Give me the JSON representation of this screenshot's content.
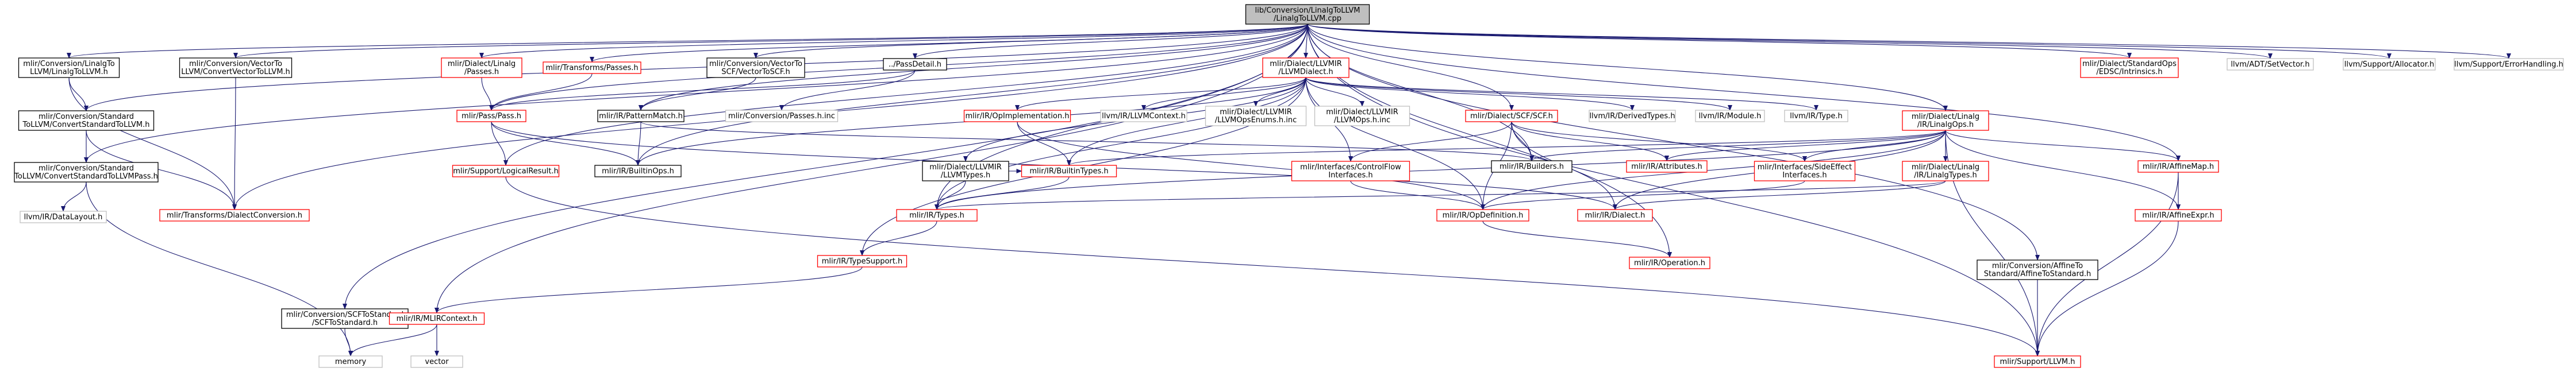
{
  "colors": {
    "root_fill": "#bfbfbf",
    "root_stroke": "#000000",
    "link_stroke": "#000000",
    "nolink_stroke": "#bfbfbf",
    "external_stroke": "#ff0000",
    "edge_dark": "#191970",
    "edge_light": "#404040",
    "text": "#000000"
  },
  "nodes": [
    {
      "id": "root",
      "kind": "root",
      "lines": [
        "lib/Conversion/LinalgToLLVM",
        "/LinalgToLLVM.cpp"
      ]
    },
    {
      "id": "n1",
      "kind": "link",
      "lines": [
        "mlir/Conversion/LinalgTo",
        "LLVM/LinalgToLLVM.h"
      ]
    },
    {
      "id": "n2",
      "kind": "link",
      "lines": [
        "mlir/Conversion/VectorTo",
        "LLVM/ConvertVectorToLLVM.h"
      ]
    },
    {
      "id": "n3",
      "kind": "external",
      "lines": [
        "mlir/Dialect/Linalg",
        "/Passes.h"
      ]
    },
    {
      "id": "n4",
      "kind": "external",
      "lines": [
        "mlir/Transforms/Passes.h"
      ]
    },
    {
      "id": "n5",
      "kind": "link",
      "lines": [
        "mlir/Conversion/VectorTo",
        "SCF/VectorToSCF.h"
      ]
    },
    {
      "id": "n6",
      "kind": "link",
      "lines": [
        "../PassDetail.h"
      ]
    },
    {
      "id": "n7",
      "kind": "external",
      "lines": [
        "mlir/Dialect/LLVMIR",
        "/LLVMDialect.h"
      ]
    },
    {
      "id": "n8",
      "kind": "external",
      "lines": [
        "mlir/Dialect/StandardOps",
        "/EDSC/Intrinsics.h"
      ]
    },
    {
      "id": "n9",
      "kind": "nolink",
      "lines": [
        "llvm/ADT/SetVector.h"
      ]
    },
    {
      "id": "n10",
      "kind": "nolink",
      "lines": [
        "llvm/Support/Allocator.h"
      ]
    },
    {
      "id": "n11",
      "kind": "nolink",
      "lines": [
        "llvm/Support/ErrorHandling.h"
      ]
    },
    {
      "id": "n12",
      "kind": "link",
      "lines": [
        "mlir/Conversion/Standard",
        "ToLLVM/ConvertStandardToLLVM.h"
      ]
    },
    {
      "id": "n13",
      "kind": "link",
      "lines": [
        "mlir/Conversion/Standard",
        "ToLLVM/ConvertStandardToLLVMPass.h"
      ]
    },
    {
      "id": "n14",
      "kind": "nolink",
      "lines": [
        "llvm/IR/DataLayout.h"
      ]
    },
    {
      "id": "n15",
      "kind": "external",
      "lines": [
        "mlir/Transforms/DialectConversion.h"
      ]
    },
    {
      "id": "n16",
      "kind": "external",
      "lines": [
        "mlir/Pass/Pass.h"
      ]
    },
    {
      "id": "n17",
      "kind": "link",
      "lines": [
        "mlir/IR/PatternMatch.h"
      ]
    },
    {
      "id": "n18",
      "kind": "nolink",
      "lines": [
        "mlir/Conversion/Passes.h.inc"
      ]
    },
    {
      "id": "n19",
      "kind": "external",
      "lines": [
        "mlir/Support/LogicalResult.h"
      ]
    },
    {
      "id": "n20",
      "kind": "link",
      "lines": [
        "mlir/IR/BuiltinOps.h"
      ]
    },
    {
      "id": "n21",
      "kind": "external",
      "lines": [
        "mlir/IR/OpImplementation.h"
      ]
    },
    {
      "id": "n22",
      "kind": "nolink",
      "lines": [
        "llvm/IR/LLVMContext.h"
      ]
    },
    {
      "id": "n23",
      "kind": "nolink",
      "lines": [
        "mlir/Dialect/LLVMIR",
        "/LLVMOpsEnums.h.inc"
      ]
    },
    {
      "id": "n24",
      "kind": "nolink",
      "lines": [
        "mlir/Dialect/LLVMIR",
        "/LLVMOps.h.inc"
      ]
    },
    {
      "id": "n25",
      "kind": "external",
      "lines": [
        "mlir/Dialect/SCF/SCF.h"
      ]
    },
    {
      "id": "n26",
      "kind": "nolink",
      "lines": [
        "llvm/IR/DerivedTypes.h"
      ]
    },
    {
      "id": "n27",
      "kind": "nolink",
      "lines": [
        "llvm/IR/Module.h"
      ]
    },
    {
      "id": "n28",
      "kind": "nolink",
      "lines": [
        "llvm/IR/Type.h"
      ]
    },
    {
      "id": "n29",
      "kind": "external",
      "lines": [
        "mlir/Dialect/Linalg",
        "/IR/LinalgOps.h"
      ]
    },
    {
      "id": "n30",
      "kind": "link",
      "lines": [
        "mlir/Dialect/LLVMIR",
        "/LLVMTypes.h"
      ]
    },
    {
      "id": "n31",
      "kind": "external",
      "lines": [
        "mlir/IR/BuiltinTypes.h"
      ]
    },
    {
      "id": "n32",
      "kind": "external",
      "lines": [
        "mlir/Interfaces/ControlFlow",
        "Interfaces.h"
      ]
    },
    {
      "id": "n33",
      "kind": "link",
      "lines": [
        "mlir/IR/Builders.h"
      ]
    },
    {
      "id": "n34",
      "kind": "external",
      "lines": [
        "mlir/IR/Attributes.h"
      ]
    },
    {
      "id": "n35",
      "kind": "external",
      "lines": [
        "mlir/Interfaces/SideEffect",
        "Interfaces.h"
      ]
    },
    {
      "id": "n36",
      "kind": "external",
      "lines": [
        "mlir/Dialect/Linalg",
        "/IR/LinalgTypes.h"
      ]
    },
    {
      "id": "n37",
      "kind": "external",
      "lines": [
        "mlir/IR/AffineMap.h"
      ]
    },
    {
      "id": "n38",
      "kind": "external",
      "lines": [
        "mlir/IR/Types.h"
      ]
    },
    {
      "id": "n39",
      "kind": "external",
      "lines": [
        "mlir/IR/OpDefinition.h"
      ]
    },
    {
      "id": "n40",
      "kind": "external",
      "lines": [
        "mlir/IR/Dialect.h"
      ]
    },
    {
      "id": "n41",
      "kind": "external",
      "lines": [
        "mlir/IR/AffineExpr.h"
      ]
    },
    {
      "id": "n42",
      "kind": "external",
      "lines": [
        "mlir/IR/TypeSupport.h"
      ]
    },
    {
      "id": "n43",
      "kind": "external",
      "lines": [
        "mlir/IR/Operation.h"
      ]
    },
    {
      "id": "n44",
      "kind": "link",
      "lines": [
        "mlir/Conversion/AffineTo",
        "Standard/AffineToStandard.h"
      ]
    },
    {
      "id": "n45",
      "kind": "link",
      "lines": [
        "mlir/Conversion/SCFToStandard",
        "/SCFToStandard.h"
      ]
    },
    {
      "id": "n46",
      "kind": "external",
      "lines": [
        "mlir/IR/MLIRContext.h"
      ]
    },
    {
      "id": "n47",
      "kind": "nolink",
      "lines": [
        "memory"
      ]
    },
    {
      "id": "n48",
      "kind": "nolink",
      "lines": [
        "vector"
      ]
    },
    {
      "id": "n49",
      "kind": "external",
      "lines": [
        "mlir/Support/LLVM.h"
      ]
    }
  ],
  "edges": [
    [
      "root",
      "n1"
    ],
    [
      "root",
      "n2"
    ],
    [
      "root",
      "n3"
    ],
    [
      "root",
      "n4"
    ],
    [
      "root",
      "n5"
    ],
    [
      "root",
      "n6"
    ],
    [
      "root",
      "n7"
    ],
    [
      "root",
      "n8"
    ],
    [
      "root",
      "n9"
    ],
    [
      "root",
      "n10"
    ],
    [
      "root",
      "n11"
    ],
    [
      "root",
      "n12"
    ],
    [
      "root",
      "n13"
    ],
    [
      "root",
      "n15"
    ],
    [
      "root",
      "n16"
    ],
    [
      "root",
      "n17"
    ],
    [
      "root",
      "n19"
    ],
    [
      "root",
      "n20"
    ],
    [
      "root",
      "n25"
    ],
    [
      "root",
      "n29"
    ],
    [
      "root",
      "n33"
    ],
    [
      "root",
      "n37"
    ],
    [
      "root",
      "n38"
    ],
    [
      "root",
      "n43"
    ],
    [
      "root",
      "n44"
    ],
    [
      "root",
      "n45"
    ],
    [
      "root",
      "n46"
    ],
    [
      "root",
      "n49"
    ],
    [
      "n1",
      "n12"
    ],
    [
      "n1",
      "n15"
    ],
    [
      "n2",
      "n15"
    ],
    [
      "n12",
      "n13"
    ],
    [
      "n12",
      "n15"
    ],
    [
      "n13",
      "n14"
    ],
    [
      "n13",
      "n47"
    ],
    [
      "n3",
      "n16"
    ],
    [
      "n4",
      "n16"
    ],
    [
      "n5",
      "n17"
    ],
    [
      "n6",
      "n16"
    ],
    [
      "n6",
      "n18"
    ],
    [
      "n16",
      "n19"
    ],
    [
      "n16",
      "n20"
    ],
    [
      "n16",
      "n40"
    ],
    [
      "n17",
      "n20"
    ],
    [
      "n17",
      "n33"
    ],
    [
      "n19",
      "n49"
    ],
    [
      "n7",
      "n21"
    ],
    [
      "n7",
      "n22"
    ],
    [
      "n7",
      "n23"
    ],
    [
      "n7",
      "n24"
    ],
    [
      "n7",
      "n26"
    ],
    [
      "n7",
      "n27"
    ],
    [
      "n7",
      "n28"
    ],
    [
      "n7",
      "n30"
    ],
    [
      "n7",
      "n20"
    ],
    [
      "n7",
      "n31"
    ],
    [
      "n7",
      "n32"
    ],
    [
      "n7",
      "n39"
    ],
    [
      "n7",
      "n38"
    ],
    [
      "n7",
      "n42"
    ],
    [
      "n21",
      "n31"
    ],
    [
      "n21",
      "n39"
    ],
    [
      "n30",
      "n38"
    ],
    [
      "n30",
      "n31"
    ],
    [
      "n25",
      "n33"
    ],
    [
      "n25",
      "n34"
    ],
    [
      "n25",
      "n32"
    ],
    [
      "n25",
      "n35"
    ],
    [
      "n25",
      "n39"
    ],
    [
      "n25",
      "n40"
    ],
    [
      "n29",
      "n33"
    ],
    [
      "n29",
      "n34"
    ],
    [
      "n29",
      "n35"
    ],
    [
      "n29",
      "n36"
    ],
    [
      "n29",
      "n37"
    ],
    [
      "n29",
      "n39"
    ],
    [
      "n29",
      "n40"
    ],
    [
      "n29",
      "n41"
    ],
    [
      "n29",
      "n31"
    ],
    [
      "n29",
      "n38"
    ],
    [
      "n29",
      "n49"
    ],
    [
      "n31",
      "n38"
    ],
    [
      "n32",
      "n39"
    ],
    [
      "n35",
      "n39"
    ],
    [
      "n36",
      "n38"
    ],
    [
      "n36",
      "n40"
    ],
    [
      "n37",
      "n41"
    ],
    [
      "n37",
      "n49"
    ],
    [
      "n38",
      "n42"
    ],
    [
      "n39",
      "n43"
    ],
    [
      "n41",
      "n49"
    ],
    [
      "n42",
      "n46"
    ],
    [
      "n44",
      "n49"
    ],
    [
      "n45",
      "n47"
    ],
    [
      "n46",
      "n47"
    ],
    [
      "n46",
      "n48"
    ]
  ]
}
